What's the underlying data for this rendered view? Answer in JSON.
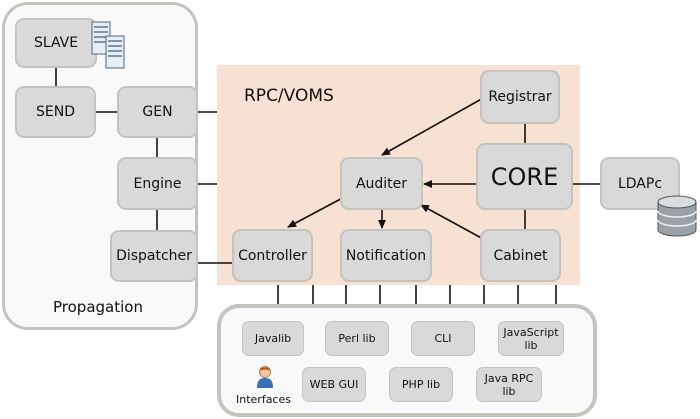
{
  "propagation": {
    "label": "Propagation",
    "boxes": {
      "slave": "SLAVE",
      "send": "SEND",
      "gen": "GEN",
      "engine": "Engine",
      "dispatcher": "Dispatcher"
    }
  },
  "rpc": {
    "title": "RPC/VOMS",
    "boxes": {
      "registrar": "Registrar",
      "core": "CORE",
      "auditer": "Auditer",
      "controller": "Controller",
      "notification": "Notification",
      "cabinet": "Cabinet"
    }
  },
  "ldap": {
    "label": "LDAPc"
  },
  "interfaces": {
    "label": "Interfaces",
    "items": {
      "javalib": "Javalib",
      "perl_lib": "Perl lib",
      "cli": "CLI",
      "javascript_lib": "JavaScript lib",
      "web_gui": "WEB GUI",
      "php_lib": "PHP lib",
      "java_rpc_lib": "Java RPC lib"
    }
  },
  "icons": {
    "servers": "server-stack-icon",
    "database": "database-icon",
    "user": "user-icon"
  }
}
